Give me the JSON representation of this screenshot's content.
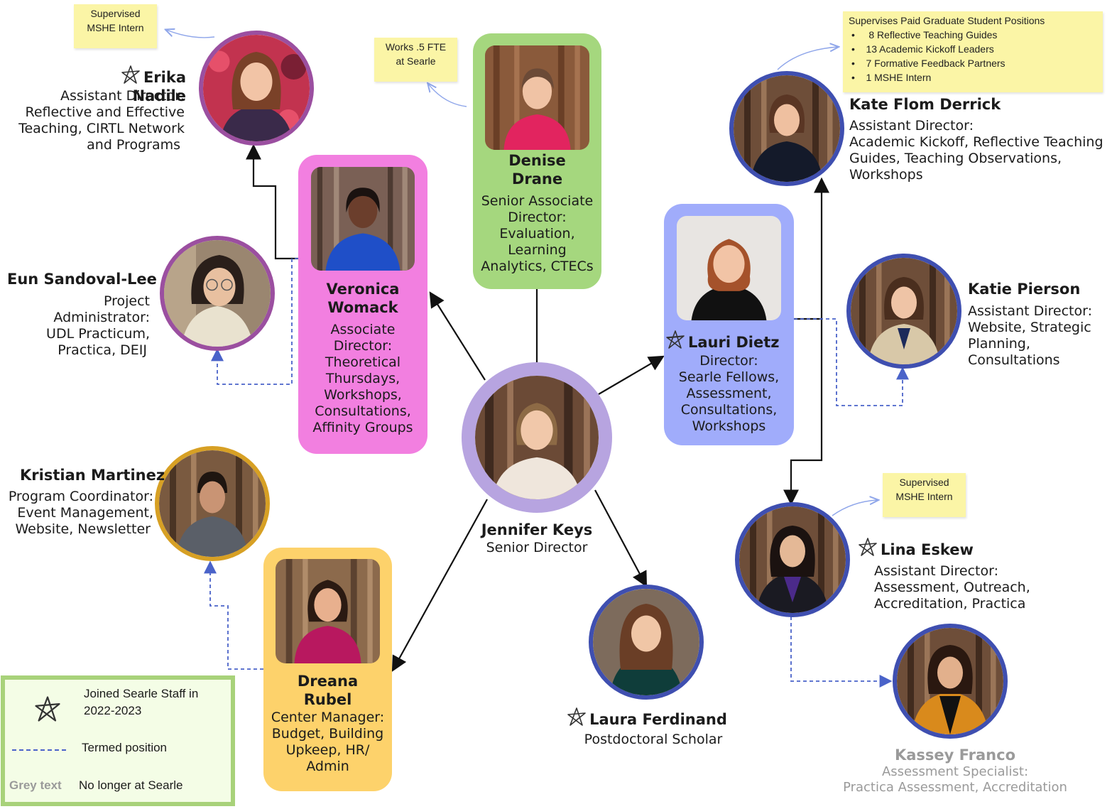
{
  "colors": {
    "purple_ring": "#9b4fa0",
    "blue_ring": "#3f4fb0",
    "gold_ring": "#d7a024",
    "lavender_ring": "#b7a4e0",
    "pink_card": "#f27fe0",
    "green_card": "#a5d77e",
    "blue_card": "#a0acfb",
    "yellow_card": "#fdd26b",
    "legend_border": "#a8d27a",
    "legend_bg": "#f4fde6",
    "note_bg": "#fbf5a6",
    "termed_line": "#4a63c9"
  },
  "icons": {
    "new_staff": "hand-drawn-star-icon"
  },
  "people": {
    "jennifer": {
      "name": "Jennifer Keys",
      "role": "Senior Director"
    },
    "denise": {
      "name_1": "Denise",
      "name_2": "Drane",
      "role": [
        "Senior Associate",
        "Director:",
        "Evaluation,",
        "Learning",
        "Analytics, CTECs"
      ]
    },
    "veronica": {
      "name_1": "Veronica",
      "name_2": "Womack",
      "role": [
        "Associate",
        "Director:",
        "Theoretical",
        "Thursdays,",
        "Workshops,",
        "Consultations,",
        "Affinity Groups"
      ]
    },
    "lauri": {
      "name": "Lauri Dietz",
      "role": [
        "Director:",
        "Searle Fellows,",
        "Assessment,",
        "Consultations,",
        "Workshops"
      ]
    },
    "dreana": {
      "name_1": "Dreana",
      "name_2": "Rubel",
      "role": [
        "Center Manager:",
        "Budget, Building",
        "Upkeep, HR/",
        "Admin"
      ]
    },
    "erika": {
      "name": "Erika Nadile",
      "role": [
        "Assistant Director:",
        "Reflective and Effective",
        "Teaching, CIRTL Network",
        "and Programs"
      ]
    },
    "eun": {
      "name": "Eun Sandoval-Lee",
      "role": [
        "Project Administrator:",
        "UDL Practicum,",
        "Practica, DEIJ"
      ]
    },
    "kristian": {
      "name": "Kristian Martinez",
      "role": [
        "Program Coordinator:",
        "Event Management,",
        "Website, Newsletter"
      ]
    },
    "kate": {
      "name": "Kate Flom Derrick",
      "role": [
        "Assistant Director:",
        "Academic Kickoff, Reflective Teaching",
        "Guides, Teaching Observations,",
        "Workshops"
      ]
    },
    "katie": {
      "name": "Katie Pierson",
      "role": [
        "Assistant Director:",
        "Website, Strategic",
        "Planning,",
        "Consultations"
      ]
    },
    "lina": {
      "name": "Lina Eskew",
      "role": [
        "Assistant Director:",
        "Assessment, Outreach,",
        "Accreditation, Practica"
      ]
    },
    "laura": {
      "name": "Laura Ferdinand",
      "role": "Postdoctoral Scholar"
    },
    "kassey": {
      "name": "Kassey Franco",
      "role_1": "Assessment Specialist:",
      "role_2": "Practica Assessment, Accreditation"
    }
  },
  "notes": {
    "erika_intern": [
      "Supervised",
      "MSHE Intern"
    ],
    "denise_fte": [
      "Works .5 FTE",
      "at Searle"
    ],
    "lina_intern": [
      "Supervised",
      "MSHE Intern"
    ],
    "kate_positions": {
      "title": "Supervises Paid Graduate Student Positions",
      "items": [
        "8 Reflective Teaching Guides",
        "13 Academic Kickoff Leaders",
        "7 Formative Feedback Partners",
        "1 MSHE Intern"
      ]
    }
  },
  "legend": {
    "star_label_1": "Joined Searle Staff in",
    "star_label_2": "2022-2023",
    "termed_label": "Termed position",
    "grey_key": "Grey text",
    "grey_label": "No longer at Searle"
  }
}
